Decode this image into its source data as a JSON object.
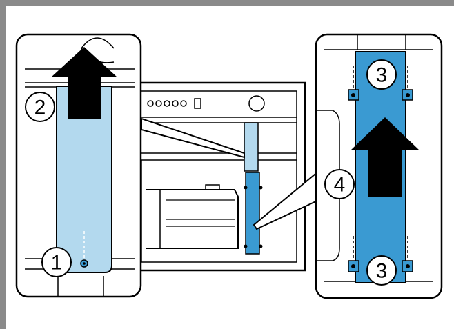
{
  "callouts": {
    "step1": "1",
    "step2": "2",
    "step3_top": "3",
    "step3_bottom": "3",
    "step4": "4"
  },
  "colors": {
    "frame_gray": "#8a8a8a",
    "panel_light_blue": "#b3d9ee",
    "panel_blue": "#3a9ad2",
    "line_black": "#000000",
    "background": "#ffffff"
  },
  "icons": [
    "up-arrow-icon",
    "screw-icon",
    "callout-circle-icon",
    "control-panel-dots-icon",
    "knob-icon"
  ]
}
